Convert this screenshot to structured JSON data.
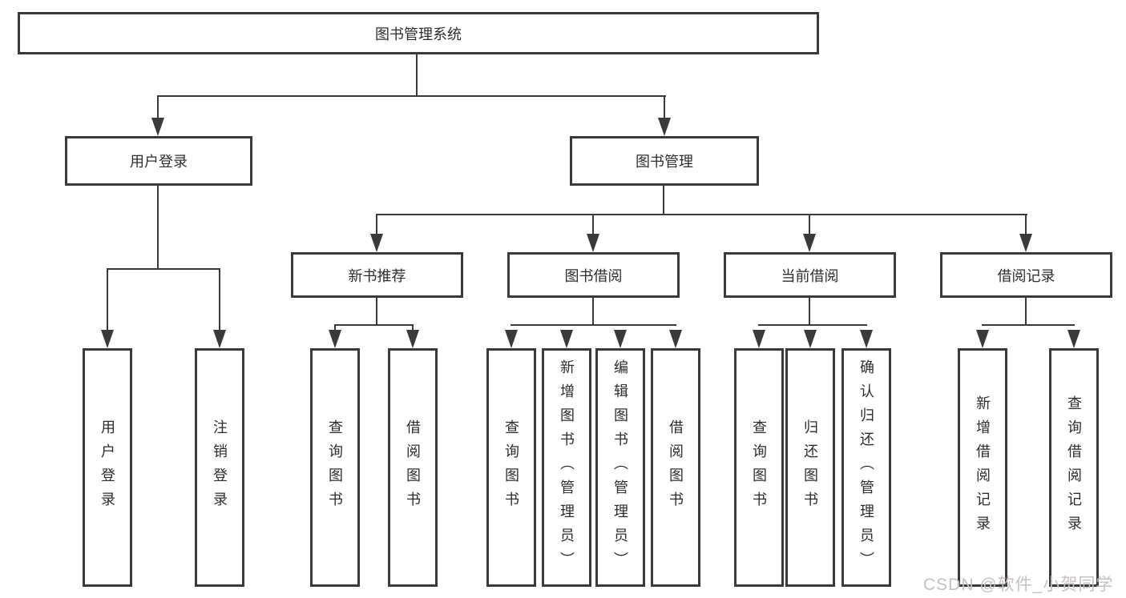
{
  "root": {
    "label": "图书管理系统"
  },
  "level2": {
    "user_login": "用户登录",
    "book_mgmt": "图书管理"
  },
  "level3": {
    "new_books": "新书推荐",
    "book_borrow": "图书借阅",
    "current_borrow": "当前借阅",
    "borrow_records": "借阅记录"
  },
  "leaves": [
    "用户登录",
    "注销登录",
    "查询图书",
    "借阅图书",
    "查询图书",
    "新增图书（管理员）",
    "编辑图书（管理员）",
    "借阅图书",
    "查询图书",
    "归还图书",
    "确认归还（管理员）",
    "新增借阅记录",
    "查询借阅记录"
  ],
  "watermark": "CSDN @软件_小贺同学",
  "colors": {
    "line": "#3a3a3a",
    "text": "#2d2d2d",
    "background": "#ffffff",
    "watermark": "#c6c0c0"
  }
}
